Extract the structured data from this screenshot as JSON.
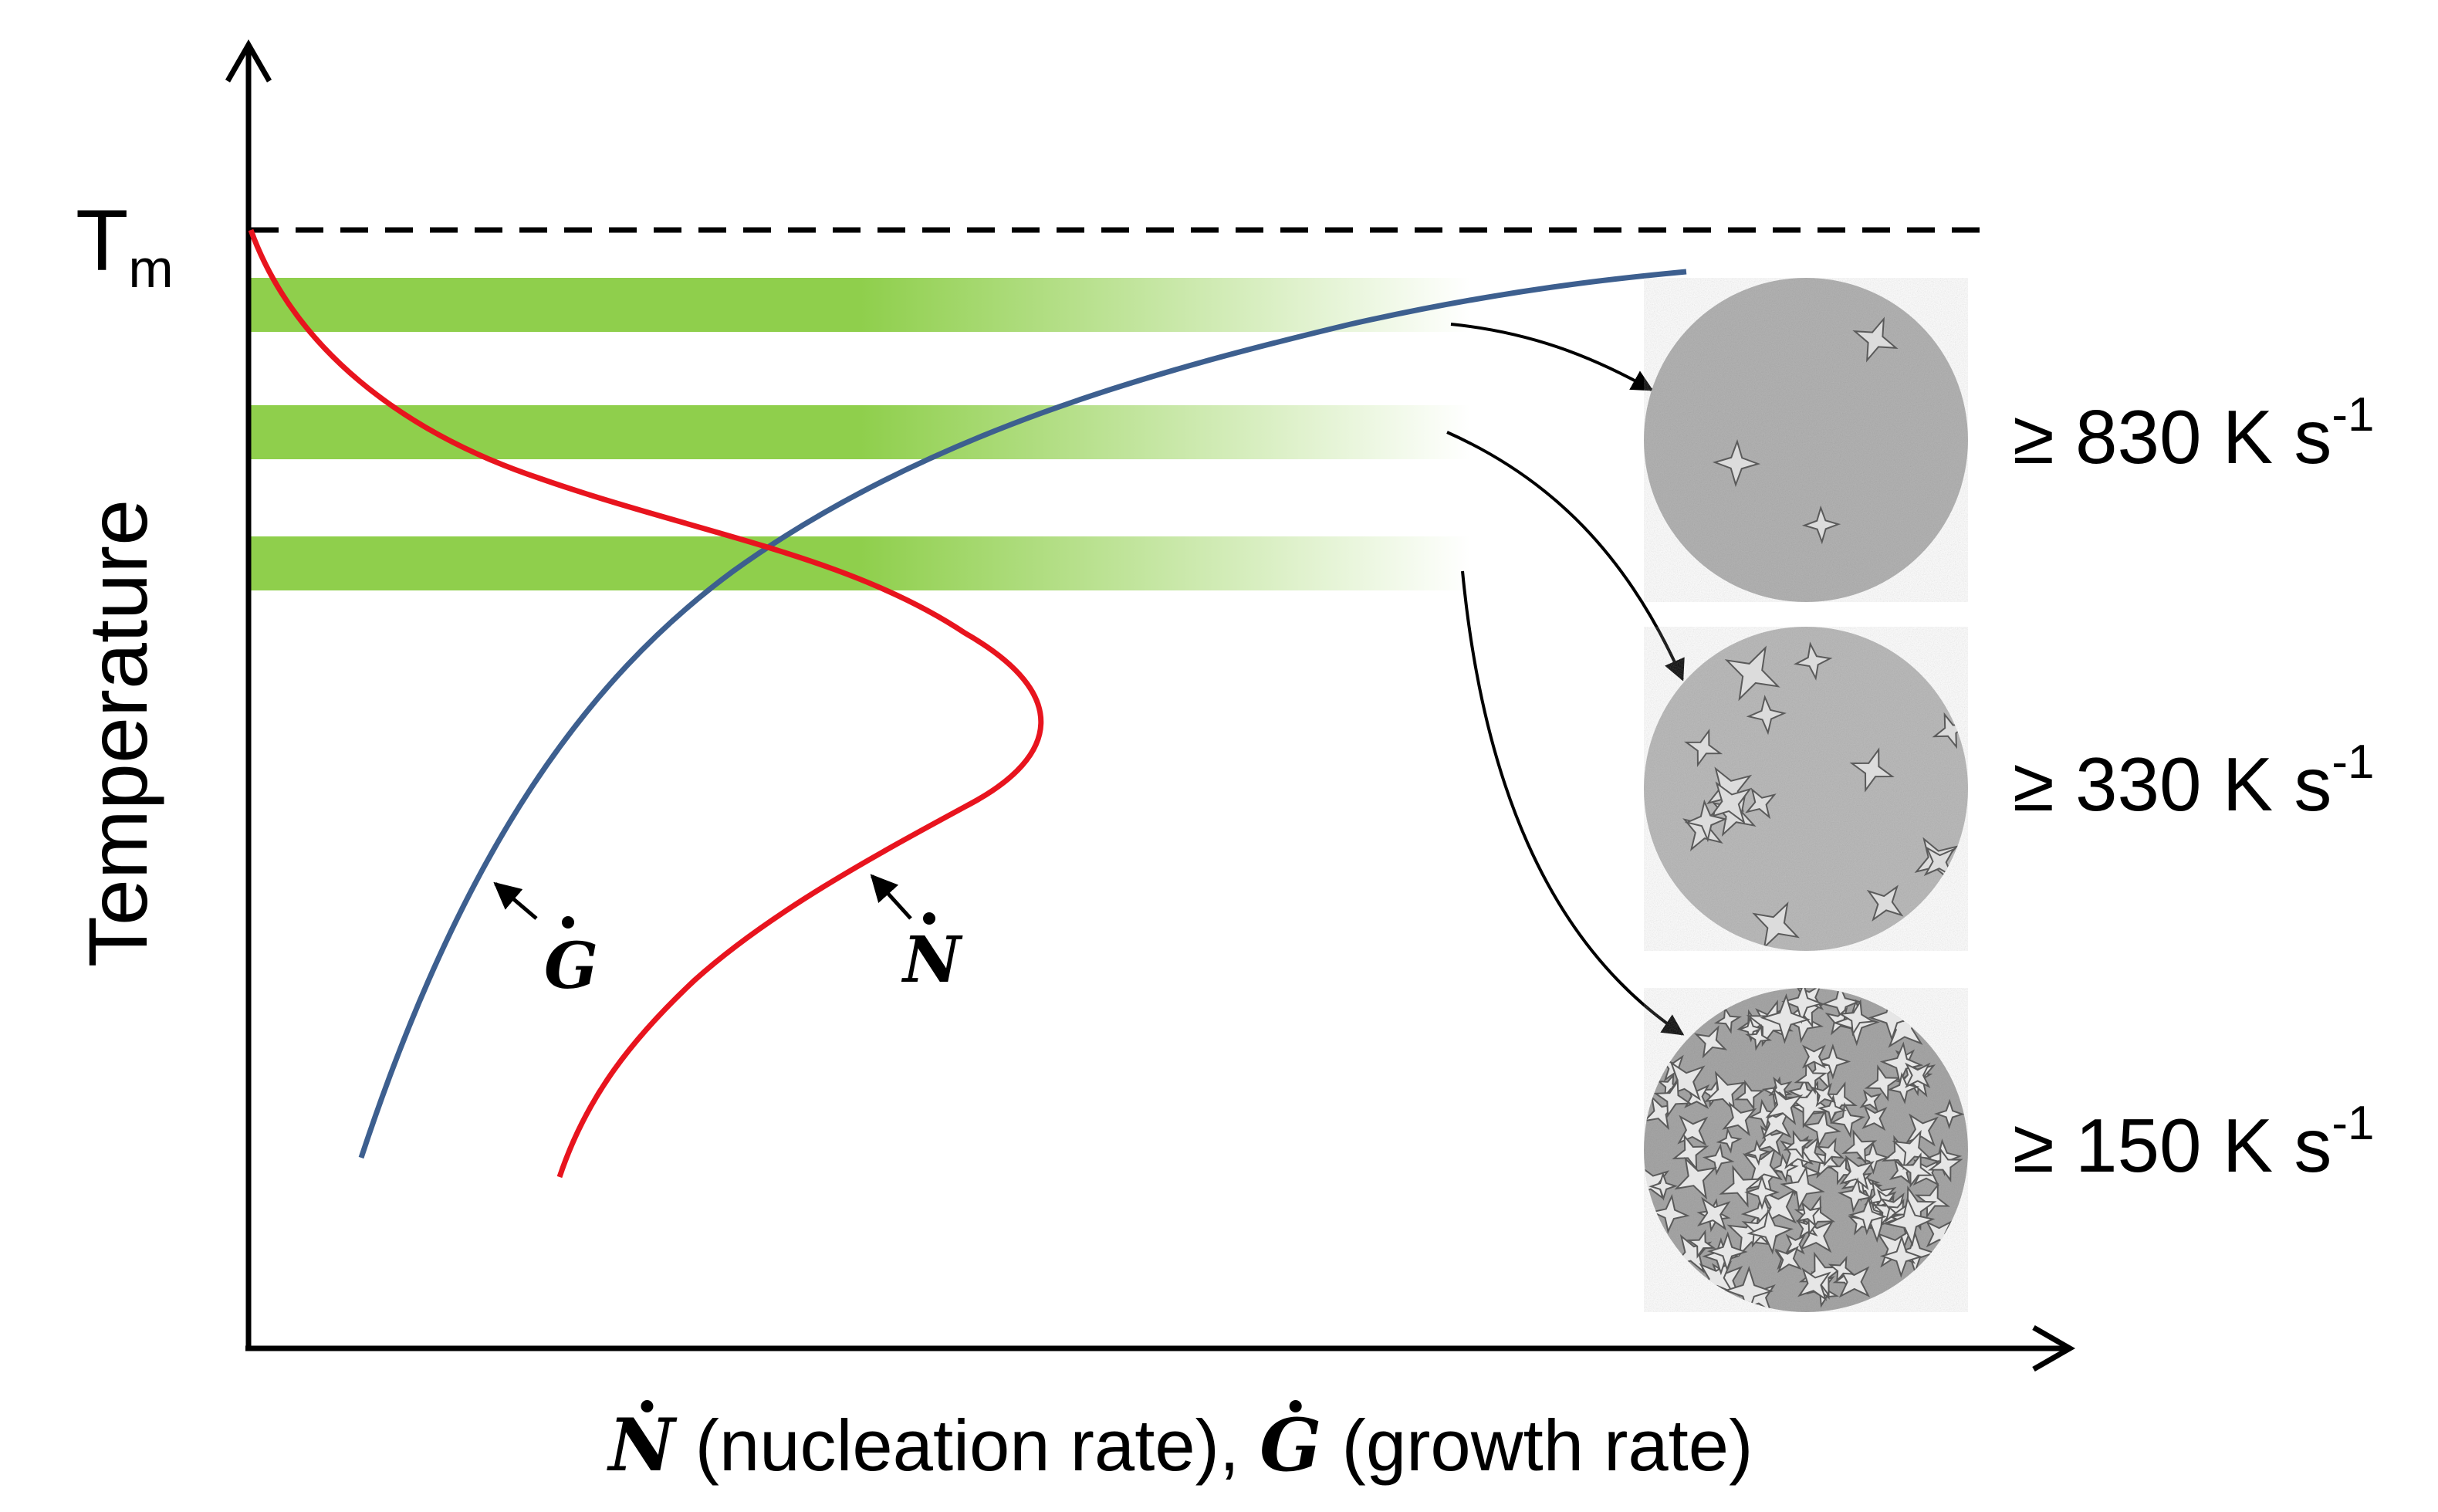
{
  "axes": {
    "y_label": "Temperature",
    "x_label_rest_1": " (nucleation rate), ",
    "x_label_rest_2": " (growth rate)",
    "tm_main": "T",
    "tm_sub": "m"
  },
  "symbols": {
    "N": "N",
    "G": "G"
  },
  "rates": [
    {
      "prefix": "≥ 830 K s",
      "exp": "-1"
    },
    {
      "prefix": "≥ 330 K s",
      "exp": "-1"
    },
    {
      "prefix": "≥ 150 K s",
      "exp": "-1"
    }
  ],
  "micrographs": [
    {
      "crystal_density": "sparse"
    },
    {
      "crystal_density": "medium"
    },
    {
      "crystal_density": "dense"
    }
  ],
  "colors": {
    "nucleation_curve": "#e8141e",
    "growth_curve": "#3d5f8f",
    "cooling_band": "#8fcf4c",
    "axis": "#000000",
    "micrograph_base": "#b4b4b4"
  }
}
